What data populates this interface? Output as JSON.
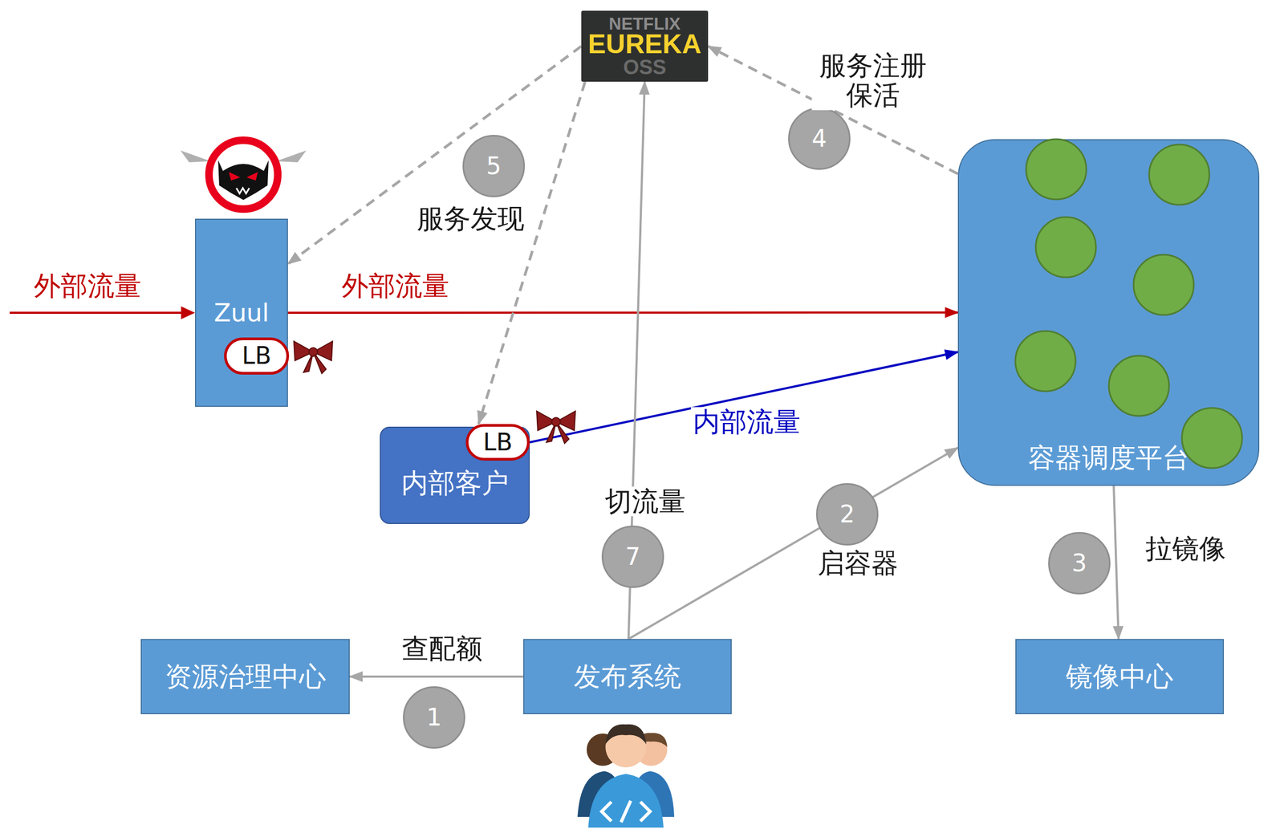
{
  "diagram": {
    "nodes": [
      {
        "text": [
          "NETFLIX",
          "EUREKA",
          "OSS"
        ]
      },
      {
        "text": [
          "Zuul"
        ]
      },
      {
        "text": [
          "LB"
        ],
        "in": 1
      },
      {
        "text": [
          "内部客户"
        ]
      },
      {
        "text": [
          "LB"
        ],
        "in": 3
      },
      {
        "text": [
          "容器调度平台"
        ]
      },
      {
        "text": [
          "资源治理中心"
        ]
      },
      {
        "text": [
          "发布系统"
        ]
      },
      {
        "text": [
          "镜像中心"
        ]
      }
    ],
    "edges": [
      {
        "from": 1,
        "to": 5,
        "arrow": "to",
        "label": "外部流量"
      },
      {
        "from": 4,
        "to": 5,
        "arrow": "to",
        "label": "内部流量"
      },
      {
        "from": 0,
        "to": 1,
        "arrow": "to"
      },
      {
        "from": 0,
        "to": 4,
        "arrow": "to"
      },
      {
        "from": 5,
        "to": 0,
        "arrow": "to"
      },
      {
        "from": 7,
        "to": 0,
        "arrow": "to"
      },
      {
        "from": 7,
        "to": 5,
        "arrow": "to"
      },
      {
        "from": 7,
        "to": 6,
        "arrow": "to"
      },
      {
        "from": 5,
        "to": 8,
        "arrow": "to"
      }
    ],
    "labels": [
      "外部流量",
      "1",
      "查配额",
      "2",
      "启容器",
      "3",
      "拉镜像",
      "4",
      "服务注册 保活",
      "5",
      "服务发现",
      "7",
      "切流量"
    ]
  }
}
